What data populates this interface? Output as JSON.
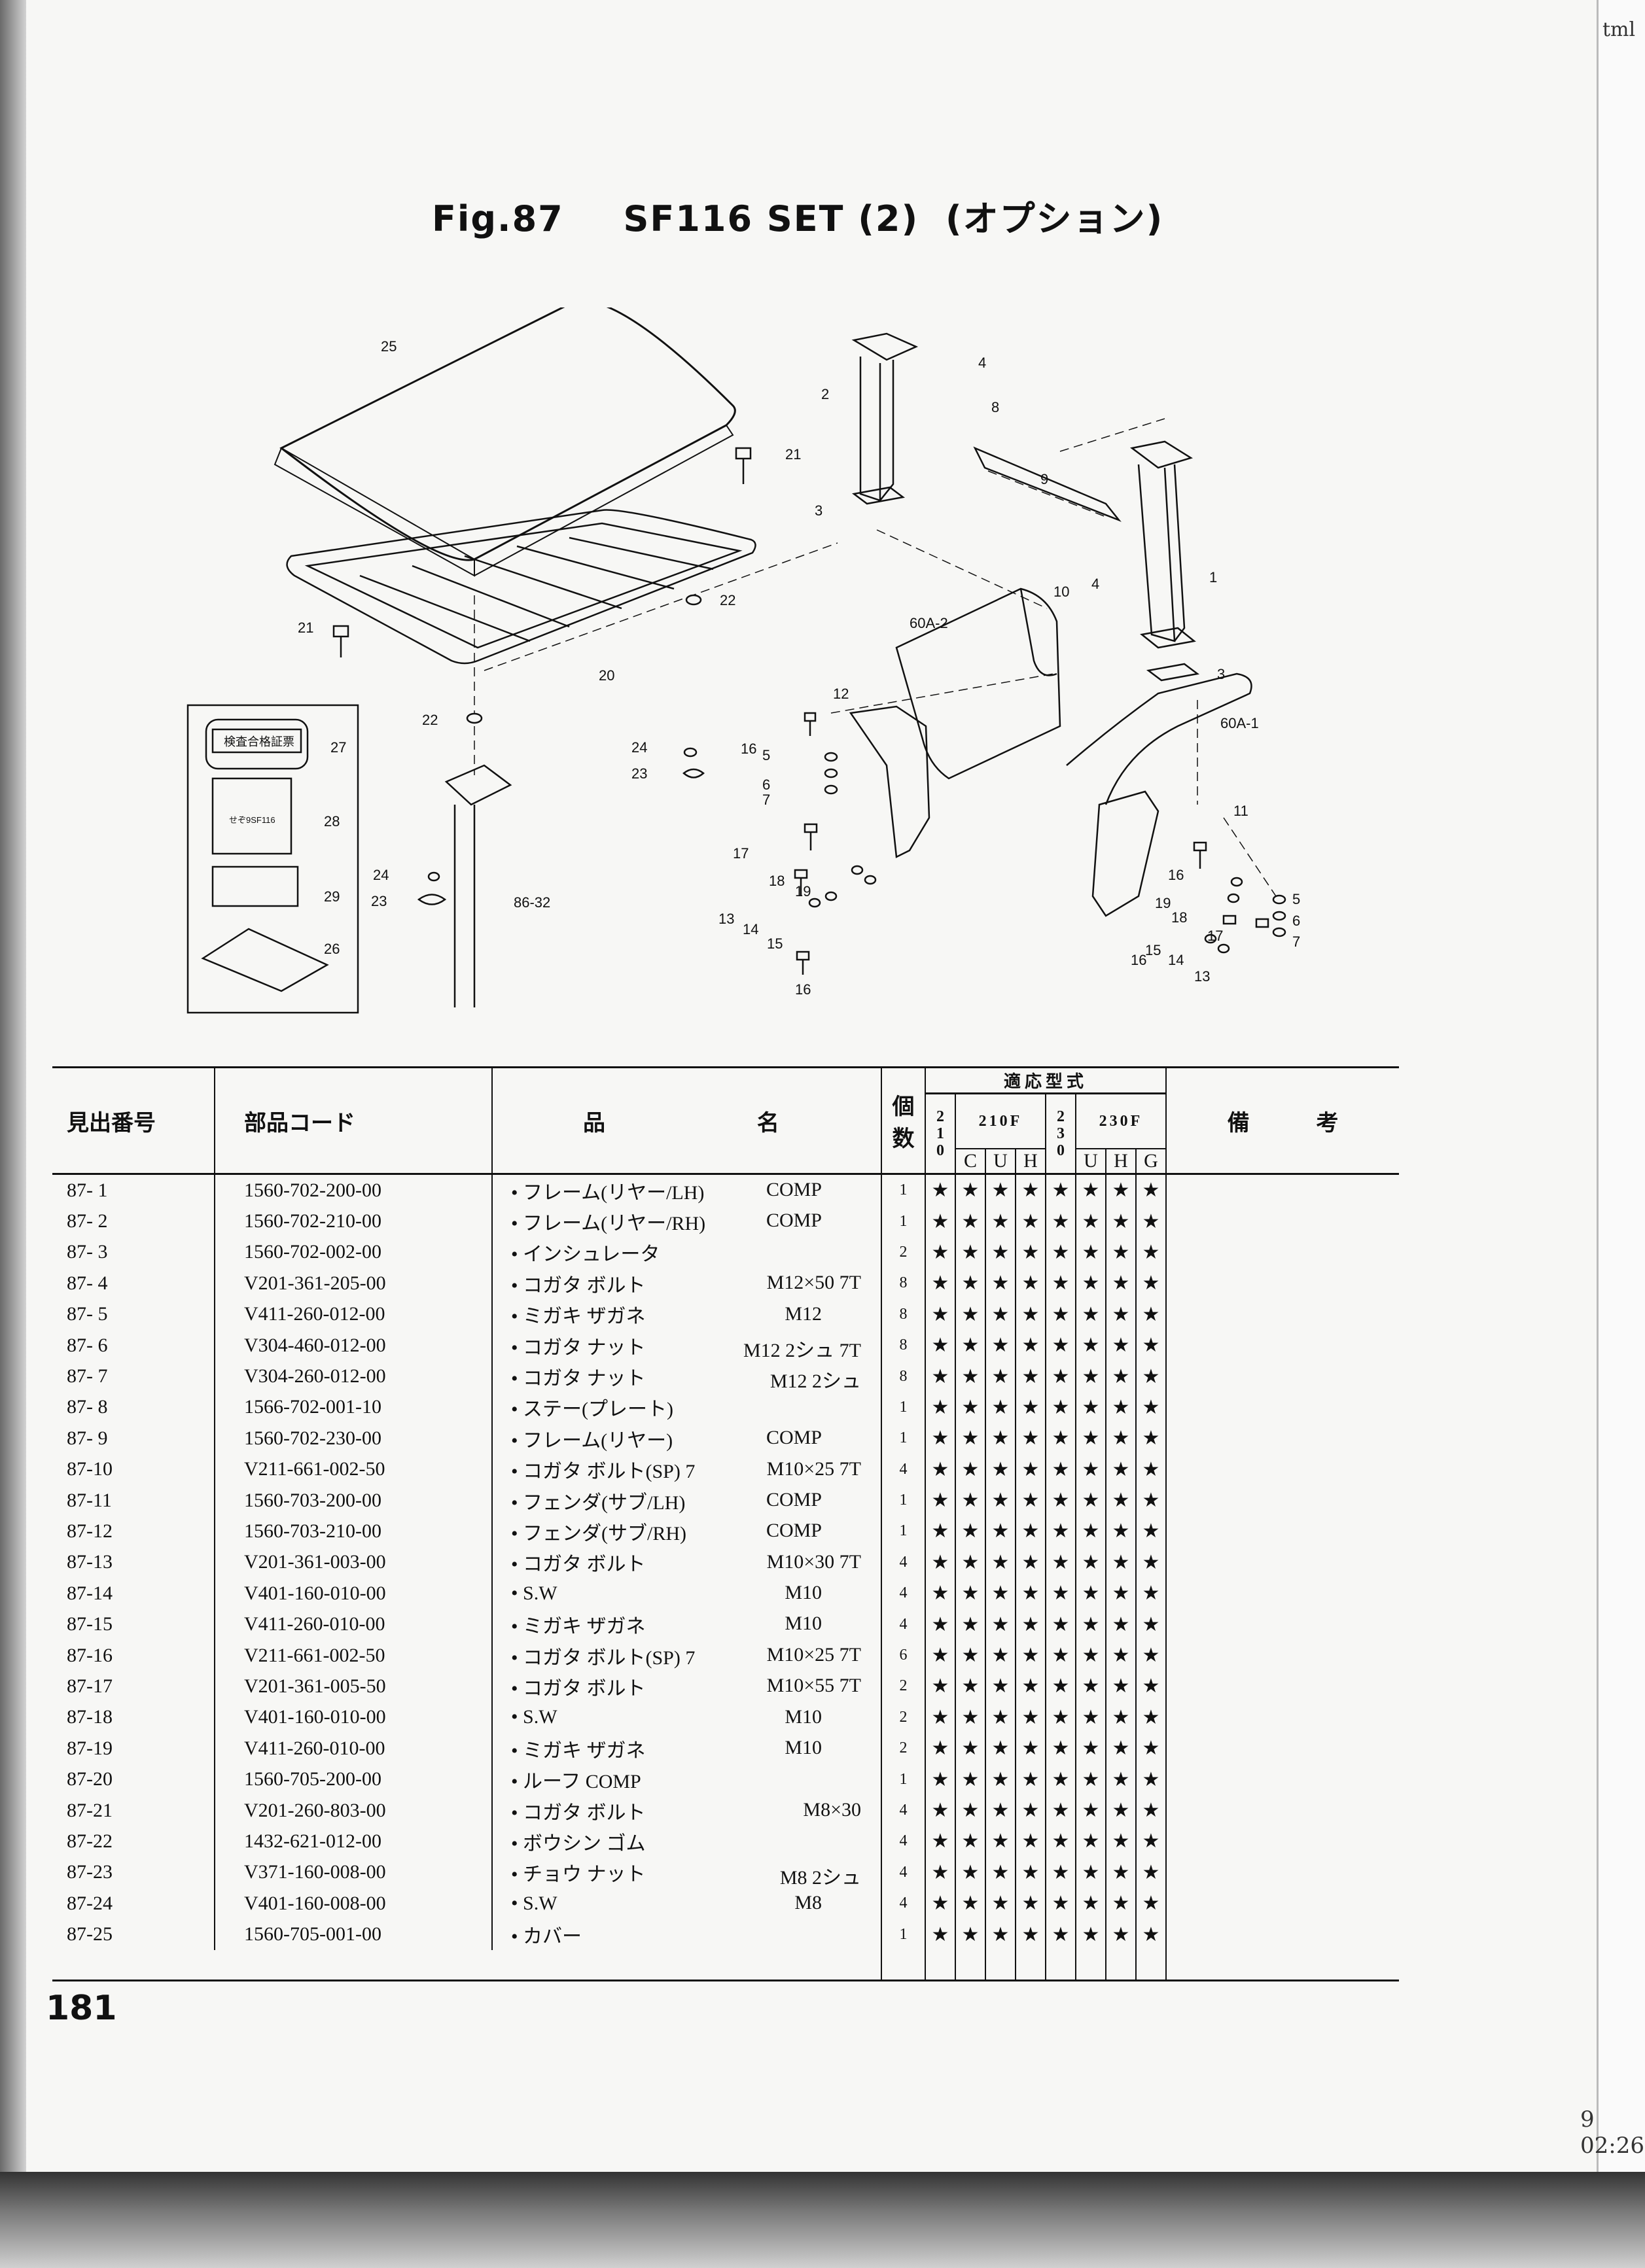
{
  "figure": {
    "fig_label": "Fig.87",
    "set_name": "SF116 SET (2)",
    "option_label": "(オプション)"
  },
  "margin_text": {
    "top_right": "tml",
    "right_timestamp": "9 02:26"
  },
  "diagram_callouts": {
    "c25": "25",
    "c21a": "21",
    "c21b": "21",
    "c20": "20",
    "c22a": "22",
    "c22b": "22",
    "c27": "27",
    "c28": "28",
    "c29": "29",
    "c26": "26",
    "c24": "24",
    "c23": "23",
    "c8632": "86-32",
    "c2": "2",
    "c4a": "4",
    "c8": "8",
    "c3a": "3",
    "c9": "9",
    "c1": "1",
    "c10": "10",
    "c4b": "4",
    "c3b": "3",
    "c60a2": "60A-2",
    "c60a1": "60A-1",
    "c12": "12",
    "c11": "11",
    "c24b": "24",
    "c23b": "23",
    "c16a": "16",
    "c5a": "5",
    "c6a": "6",
    "c7a": "7",
    "c17a": "17",
    "c18a": "18",
    "c19a": "19",
    "c13a": "13",
    "c14a": "14",
    "c15a": "15",
    "c16b": "16",
    "c16c": "16",
    "c19b": "19",
    "c18b": "18",
    "c17b": "17",
    "c5b": "5",
    "c6b": "6",
    "c7b": "7",
    "c16d": "16",
    "c15b": "15",
    "c14b": "14",
    "c13b": "13",
    "inset_cert": "検査合格証票",
    "inset_card": "せぞ9SF116"
  },
  "table": {
    "headers": {
      "index_no": "見出番号",
      "part_code": "部品コード",
      "name_left": "品",
      "name_right": "名",
      "qty_top": "個",
      "qty_bottom": "数",
      "applicable": "適応型式",
      "model_210F": "210F",
      "model_230F": "230F",
      "sub_210_a": "2",
      "sub_210_b": "1",
      "sub_210_c": "0",
      "sub_230_a": "2",
      "sub_230_b": "3",
      "sub_230_c": "0",
      "col_C": "C",
      "col_U1": "U",
      "col_H1": "H",
      "col_U2": "U",
      "col_H2": "H",
      "col_G": "G",
      "remarks_left": "備",
      "remarks_right": "考"
    },
    "rows": [
      {
        "no": "87- 1",
        "code": "1560-702-200-00",
        "name": "• フレーム(リヤー/LH)",
        "spec": "COMP",
        "qty": "1",
        "marks": [
          "★",
          "★",
          "★",
          "★",
          "★",
          "★",
          "★",
          "★"
        ]
      },
      {
        "no": "87- 2",
        "code": "1560-702-210-00",
        "name": "• フレーム(リヤー/RH)",
        "spec": "COMP",
        "qty": "1",
        "marks": [
          "★",
          "★",
          "★",
          "★",
          "★",
          "★",
          "★",
          "★"
        ]
      },
      {
        "no": "87- 3",
        "code": "1560-702-002-00",
        "name": "• インシュレータ",
        "spec": "",
        "qty": "2",
        "marks": [
          "★",
          "★",
          "★",
          "★",
          "★",
          "★",
          "★",
          "★"
        ]
      },
      {
        "no": "87- 4",
        "code": "V201-361-205-00",
        "name": "• コガタ ボルト",
        "spec": "M12×50 7T",
        "qty": "8",
        "marks": [
          "★",
          "★",
          "★",
          "★",
          "★",
          "★",
          "★",
          "★"
        ]
      },
      {
        "no": "87- 5",
        "code": "V411-260-012-00",
        "name": "• ミガキ ザガネ",
        "spec": "M12",
        "qty": "8",
        "marks": [
          "★",
          "★",
          "★",
          "★",
          "★",
          "★",
          "★",
          "★"
        ]
      },
      {
        "no": "87- 6",
        "code": "V304-460-012-00",
        "name": "• コガタ ナット",
        "spec": "M12 2シュ 7T",
        "qty": "8",
        "marks": [
          "★",
          "★",
          "★",
          "★",
          "★",
          "★",
          "★",
          "★"
        ]
      },
      {
        "no": "87- 7",
        "code": "V304-260-012-00",
        "name": "• コガタ ナット",
        "spec": "M12 2シュ",
        "qty": "8",
        "marks": [
          "★",
          "★",
          "★",
          "★",
          "★",
          "★",
          "★",
          "★"
        ]
      },
      {
        "no": "87- 8",
        "code": "1566-702-001-10",
        "name": "• ステー(プレート)",
        "spec": "",
        "qty": "1",
        "marks": [
          "★",
          "★",
          "★",
          "★",
          "★",
          "★",
          "★",
          "★"
        ]
      },
      {
        "no": "87- 9",
        "code": "1560-702-230-00",
        "name": "• フレーム(リヤー)",
        "spec": "COMP",
        "qty": "1",
        "marks": [
          "★",
          "★",
          "★",
          "★",
          "★",
          "★",
          "★",
          "★"
        ]
      },
      {
        "no": "87-10",
        "code": "V211-661-002-50",
        "name": "• コガタ ボルト(SP) 7",
        "spec": "M10×25 7T",
        "qty": "4",
        "marks": [
          "★",
          "★",
          "★",
          "★",
          "★",
          "★",
          "★",
          "★"
        ]
      },
      {
        "no": "87-11",
        "code": "1560-703-200-00",
        "name": "• フェンダ(サブ/LH)",
        "spec": "COMP",
        "qty": "1",
        "marks": [
          "★",
          "★",
          "★",
          "★",
          "★",
          "★",
          "★",
          "★"
        ]
      },
      {
        "no": "87-12",
        "code": "1560-703-210-00",
        "name": "• フェンダ(サブ/RH)",
        "spec": "COMP",
        "qty": "1",
        "marks": [
          "★",
          "★",
          "★",
          "★",
          "★",
          "★",
          "★",
          "★"
        ]
      },
      {
        "no": "87-13",
        "code": "V201-361-003-00",
        "name": "• コガタ ボルト",
        "spec": "M10×30 7T",
        "qty": "4",
        "marks": [
          "★",
          "★",
          "★",
          "★",
          "★",
          "★",
          "★",
          "★"
        ]
      },
      {
        "no": "87-14",
        "code": "V401-160-010-00",
        "name": "• S.W",
        "spec": "M10",
        "qty": "4",
        "marks": [
          "★",
          "★",
          "★",
          "★",
          "★",
          "★",
          "★",
          "★"
        ]
      },
      {
        "no": "87-15",
        "code": "V411-260-010-00",
        "name": "• ミガキ ザガネ",
        "spec": "M10",
        "qty": "4",
        "marks": [
          "★",
          "★",
          "★",
          "★",
          "★",
          "★",
          "★",
          "★"
        ]
      },
      {
        "no": "87-16",
        "code": "V211-661-002-50",
        "name": "• コガタ ボルト(SP) 7",
        "spec": "M10×25 7T",
        "qty": "6",
        "marks": [
          "★",
          "★",
          "★",
          "★",
          "★",
          "★",
          "★",
          "★"
        ]
      },
      {
        "no": "87-17",
        "code": "V201-361-005-50",
        "name": "• コガタ ボルト",
        "spec": "M10×55 7T",
        "qty": "2",
        "marks": [
          "★",
          "★",
          "★",
          "★",
          "★",
          "★",
          "★",
          "★"
        ]
      },
      {
        "no": "87-18",
        "code": "V401-160-010-00",
        "name": "• S.W",
        "spec": "M10",
        "qty": "2",
        "marks": [
          "★",
          "★",
          "★",
          "★",
          "★",
          "★",
          "★",
          "★"
        ]
      },
      {
        "no": "87-19",
        "code": "V411-260-010-00",
        "name": "• ミガキ ザガネ",
        "spec": "M10",
        "qty": "2",
        "marks": [
          "★",
          "★",
          "★",
          "★",
          "★",
          "★",
          "★",
          "★"
        ]
      },
      {
        "no": "87-20",
        "code": "1560-705-200-00",
        "name": "• ルーフ COMP",
        "spec": "",
        "qty": "1",
        "marks": [
          "★",
          "★",
          "★",
          "★",
          "★",
          "★",
          "★",
          "★"
        ]
      },
      {
        "no": "87-21",
        "code": "V201-260-803-00",
        "name": "• コガタ ボルト",
        "spec": "M8×30",
        "qty": "4",
        "marks": [
          "★",
          "★",
          "★",
          "★",
          "★",
          "★",
          "★",
          "★"
        ]
      },
      {
        "no": "87-22",
        "code": "1432-621-012-00",
        "name": "• ボウシン ゴム",
        "spec": "",
        "qty": "4",
        "marks": [
          "★",
          "★",
          "★",
          "★",
          "★",
          "★",
          "★",
          "★"
        ]
      },
      {
        "no": "87-23",
        "code": "V371-160-008-00",
        "name": "• チョウ ナット",
        "spec": "M8 2シュ",
        "qty": "4",
        "marks": [
          "★",
          "★",
          "★",
          "★",
          "★",
          "★",
          "★",
          "★"
        ]
      },
      {
        "no": "87-24",
        "code": "V401-160-008-00",
        "name": "• S.W",
        "spec": "M8",
        "qty": "4",
        "marks": [
          "★",
          "★",
          "★",
          "★",
          "★",
          "★",
          "★",
          "★"
        ]
      },
      {
        "no": "87-25",
        "code": "1560-705-001-00",
        "name": "• カバー",
        "spec": "",
        "qty": "1",
        "marks": [
          "★",
          "★",
          "★",
          "★",
          "★",
          "★",
          "★",
          "★"
        ]
      }
    ]
  },
  "page_number": "181"
}
